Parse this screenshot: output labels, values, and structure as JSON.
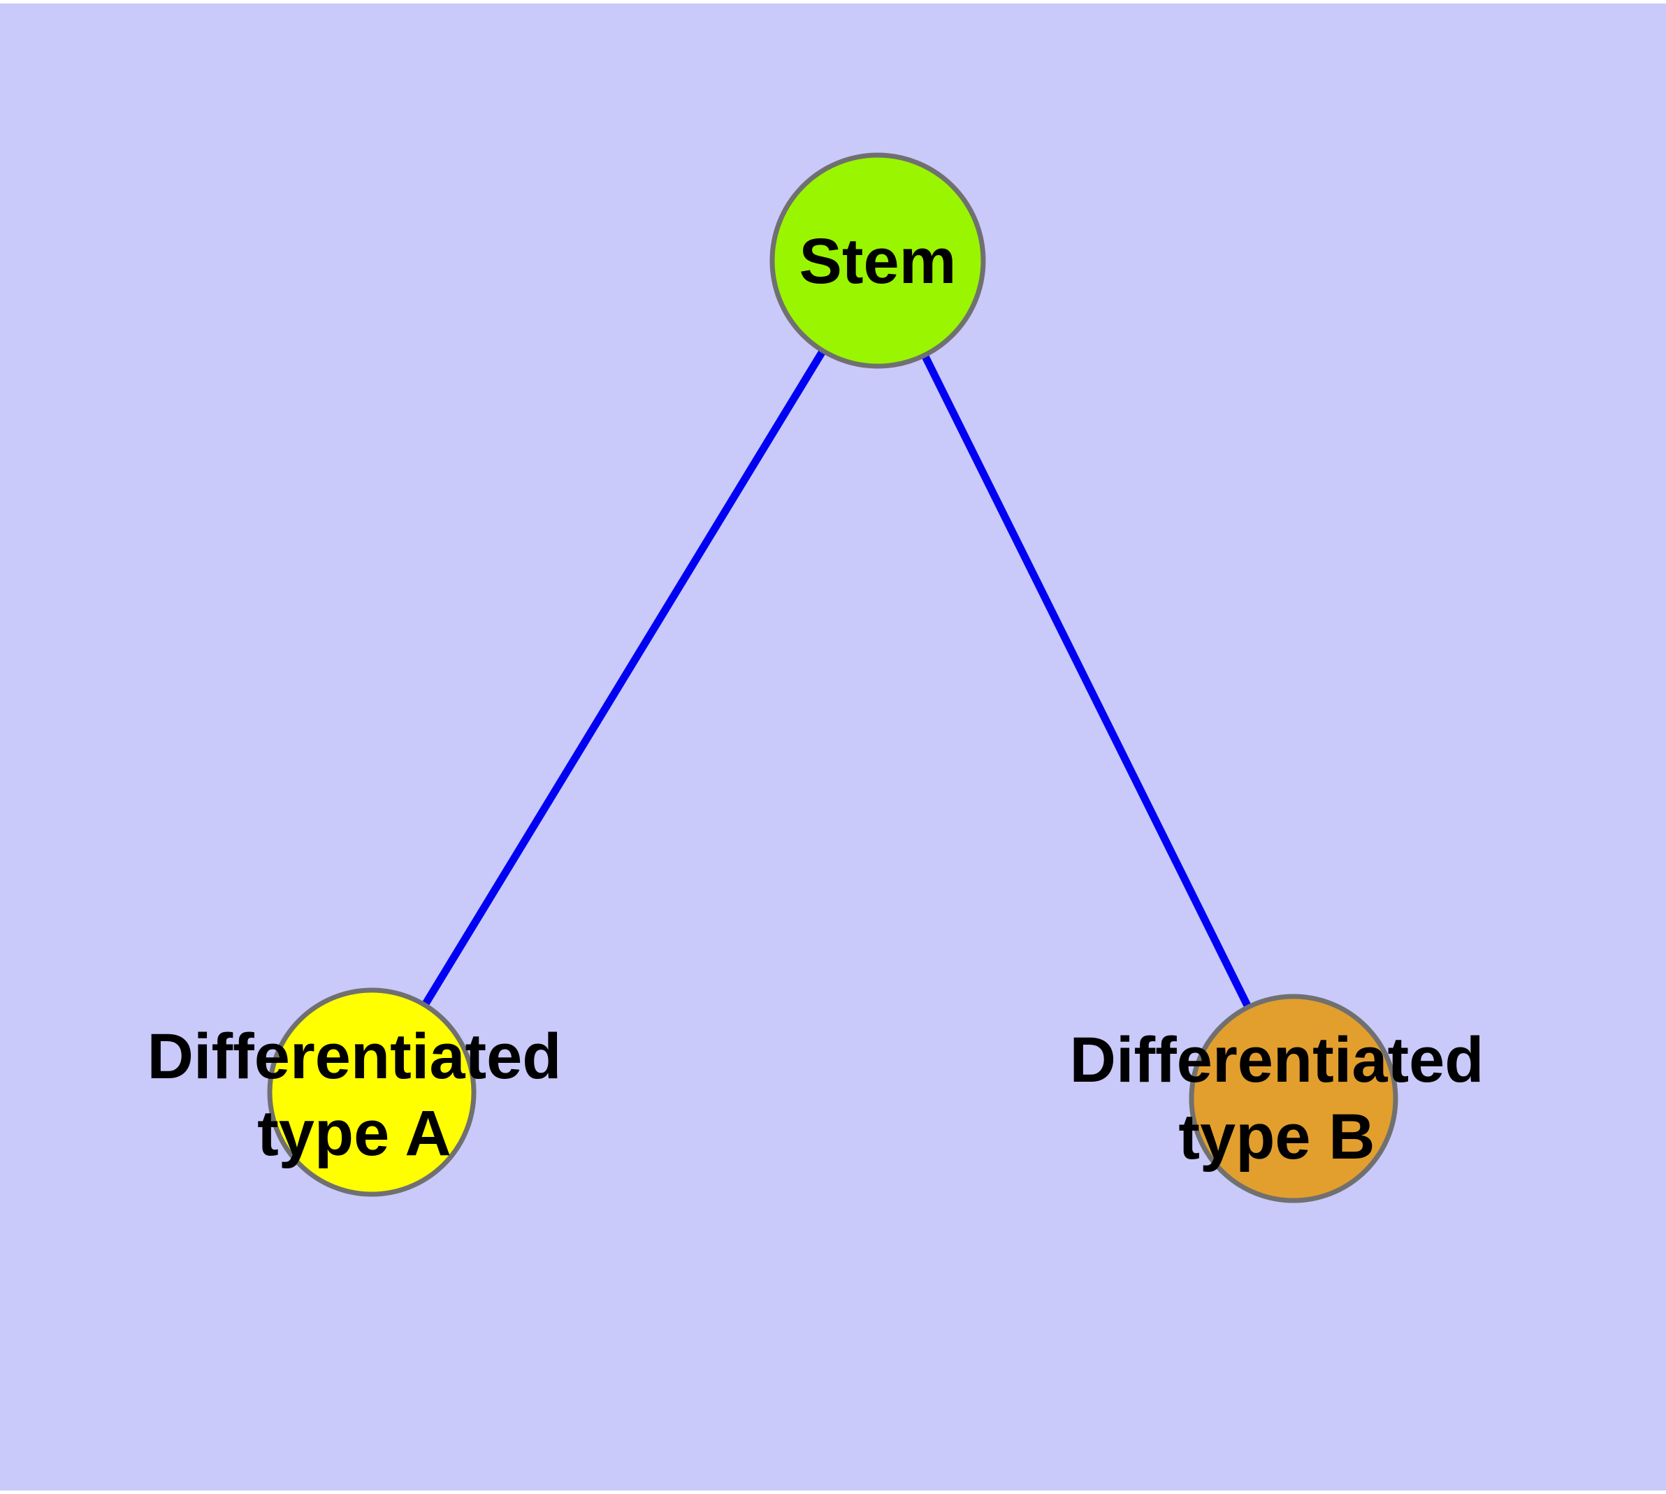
{
  "diagram": {
    "type": "graph",
    "background_color": "#C9C9FA",
    "page_edge_color": "#FFFFFF",
    "node_border_color": "#707070",
    "edge_color": "#0000F2",
    "label_color": "#000000",
    "nodes": [
      {
        "id": "stem",
        "label": "Stem",
        "fill": "#9AF500"
      },
      {
        "id": "typeA",
        "label": "Differentiated\ntype A",
        "fill": "#FFFF00"
      },
      {
        "id": "typeB",
        "label": "Differentiated\ntype B",
        "fill": "#E29F2E"
      }
    ],
    "edges": [
      {
        "from": "stem",
        "to": "typeA"
      },
      {
        "from": "stem",
        "to": "typeB"
      }
    ]
  }
}
